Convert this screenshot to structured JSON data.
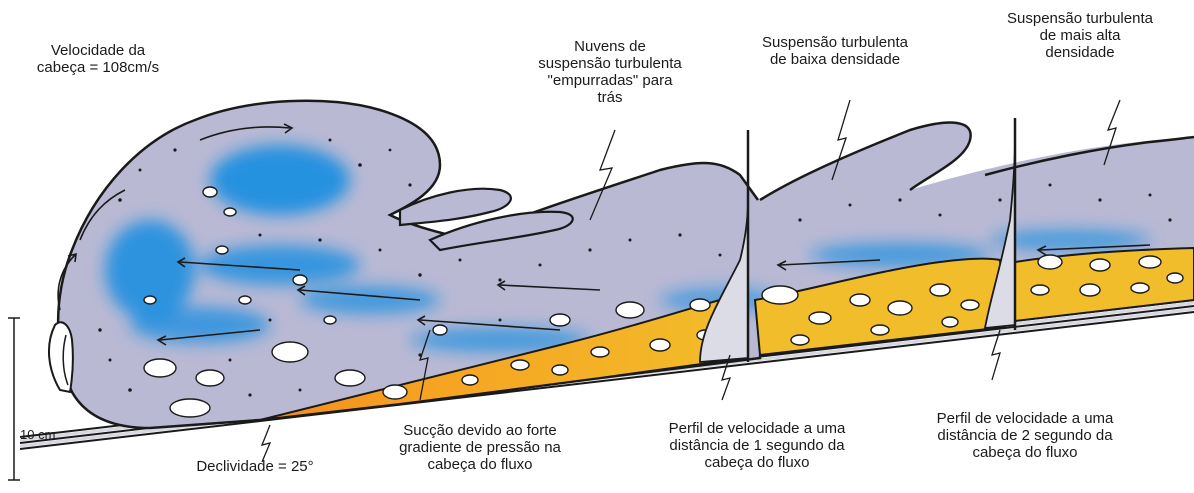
{
  "labels": {
    "velocity_line1": "Velocidade da",
    "velocity_line2": "cabeça = 108cm/s",
    "clouds_line1": "Nuvens de",
    "clouds_line2": "suspensão turbulenta",
    "clouds_line3": "\"empurradas\" para",
    "clouds_line4": "trás",
    "low_density_line1": "Suspensão turbulenta",
    "low_density_line2": "de baixa densidade",
    "high_density_line1": "Suspensão turbulenta",
    "high_density_line2": "de mais alta",
    "high_density_line3": "densidade",
    "suction_line1": "Sucção devido ao forte",
    "suction_line2": "gradiente de pressão na",
    "suction_line3": "cabeça do fluxo",
    "profile1_line1": "Perfil de velocidade a uma",
    "profile1_line2": "distância de 1 segundo da",
    "profile1_line3": "cabeça do fluxo",
    "profile2_line1": "Perfil de velocidade a uma",
    "profile2_line2": "distância de 2 segundo da",
    "profile2_line3": "cabeça do fluxo",
    "slope": "Declividade = 25°",
    "scale": "10 cm"
  },
  "colors": {
    "suspension_gray": "#b9b9d4",
    "turbulence_blue": "#1e8fe0",
    "sediment_yellow": "#f2bd2a",
    "sediment_orange": "#f28c1e",
    "outline": "#1a1a1a"
  }
}
